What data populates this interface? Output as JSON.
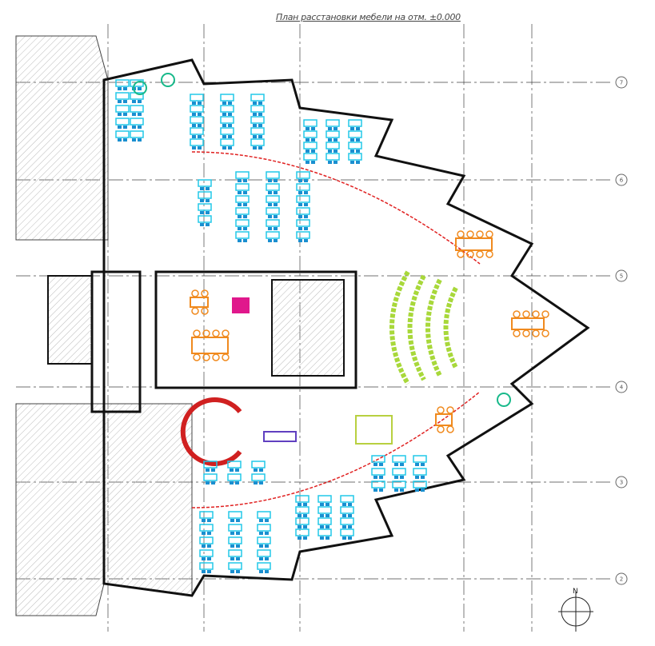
{
  "title": "План расстановки мебели на отм. ±0.000",
  "axes": [
    "7",
    "6",
    "5",
    "4",
    "3",
    "2"
  ],
  "north_label": "N",
  "colors": {
    "wall": "#111111",
    "desk": "#22c8e8",
    "chair": "#1a8fd0",
    "meeting": "#f08a1e",
    "lounge": "#18b98a",
    "amphi": "#a8d83a",
    "accent": "#e0188c",
    "glass": "#2030c0",
    "red": "#e02020"
  }
}
